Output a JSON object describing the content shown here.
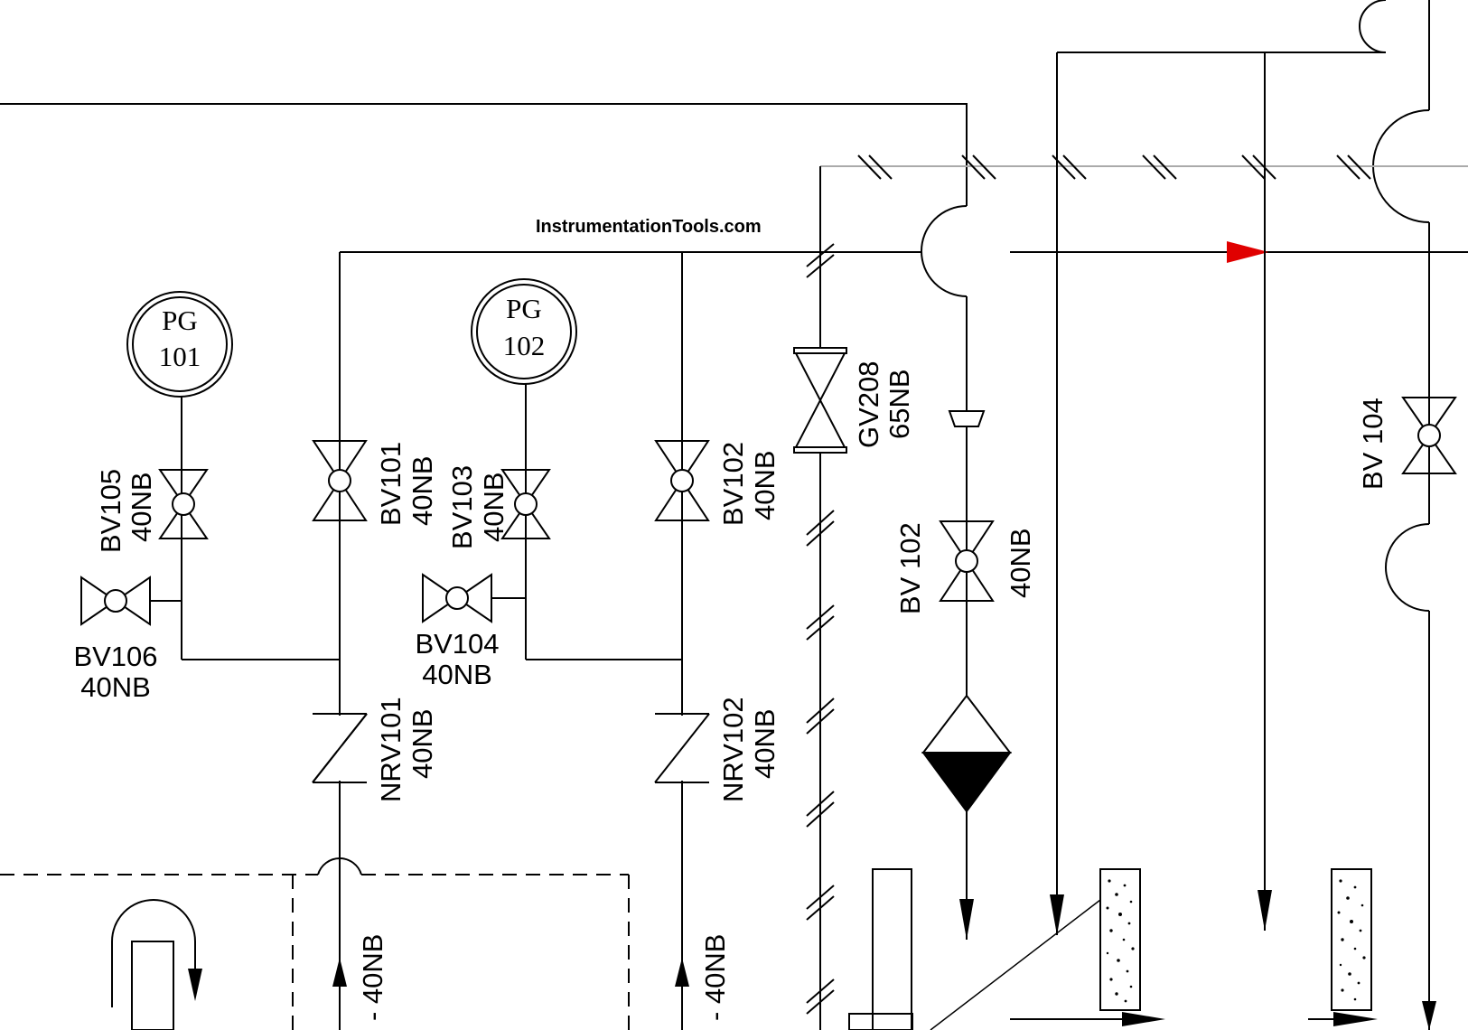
{
  "watermark": "InstrumentationTools.com",
  "colors": {
    "line": "#000000",
    "signal_line": "#aaaaaa",
    "flow_arrow": "#e00000",
    "background": "#ffffff"
  },
  "instruments": [
    {
      "tag_type": "PG",
      "tag_number": "101"
    },
    {
      "tag_type": "PG",
      "tag_number": "102"
    }
  ],
  "valves": {
    "bv105": {
      "tag": "BV105",
      "size": "40NB"
    },
    "bv101": {
      "tag": "BV101",
      "size": "40NB"
    },
    "bv103": {
      "tag": "BV103",
      "size": "40NB"
    },
    "bv102": {
      "tag": "BV102",
      "size": "40NB"
    },
    "bv106": {
      "tag": "BV106",
      "size": "40NB"
    },
    "bv104": {
      "tag": "BV104",
      "size": "40NB"
    },
    "nrv101": {
      "tag": "NRV101",
      "size": "40NB"
    },
    "nrv102": {
      "tag": "NRV102",
      "size": "40NB"
    },
    "gv208": {
      "tag": "GV208",
      "size": "65NB"
    },
    "bv102_right": {
      "tag": "BV 102",
      "size": "40NB"
    },
    "bv104_right": {
      "tag": "BV 104"
    }
  },
  "line_sizes": {
    "left_inlet": "- 40NB",
    "right_inlet": "- 40NB"
  }
}
